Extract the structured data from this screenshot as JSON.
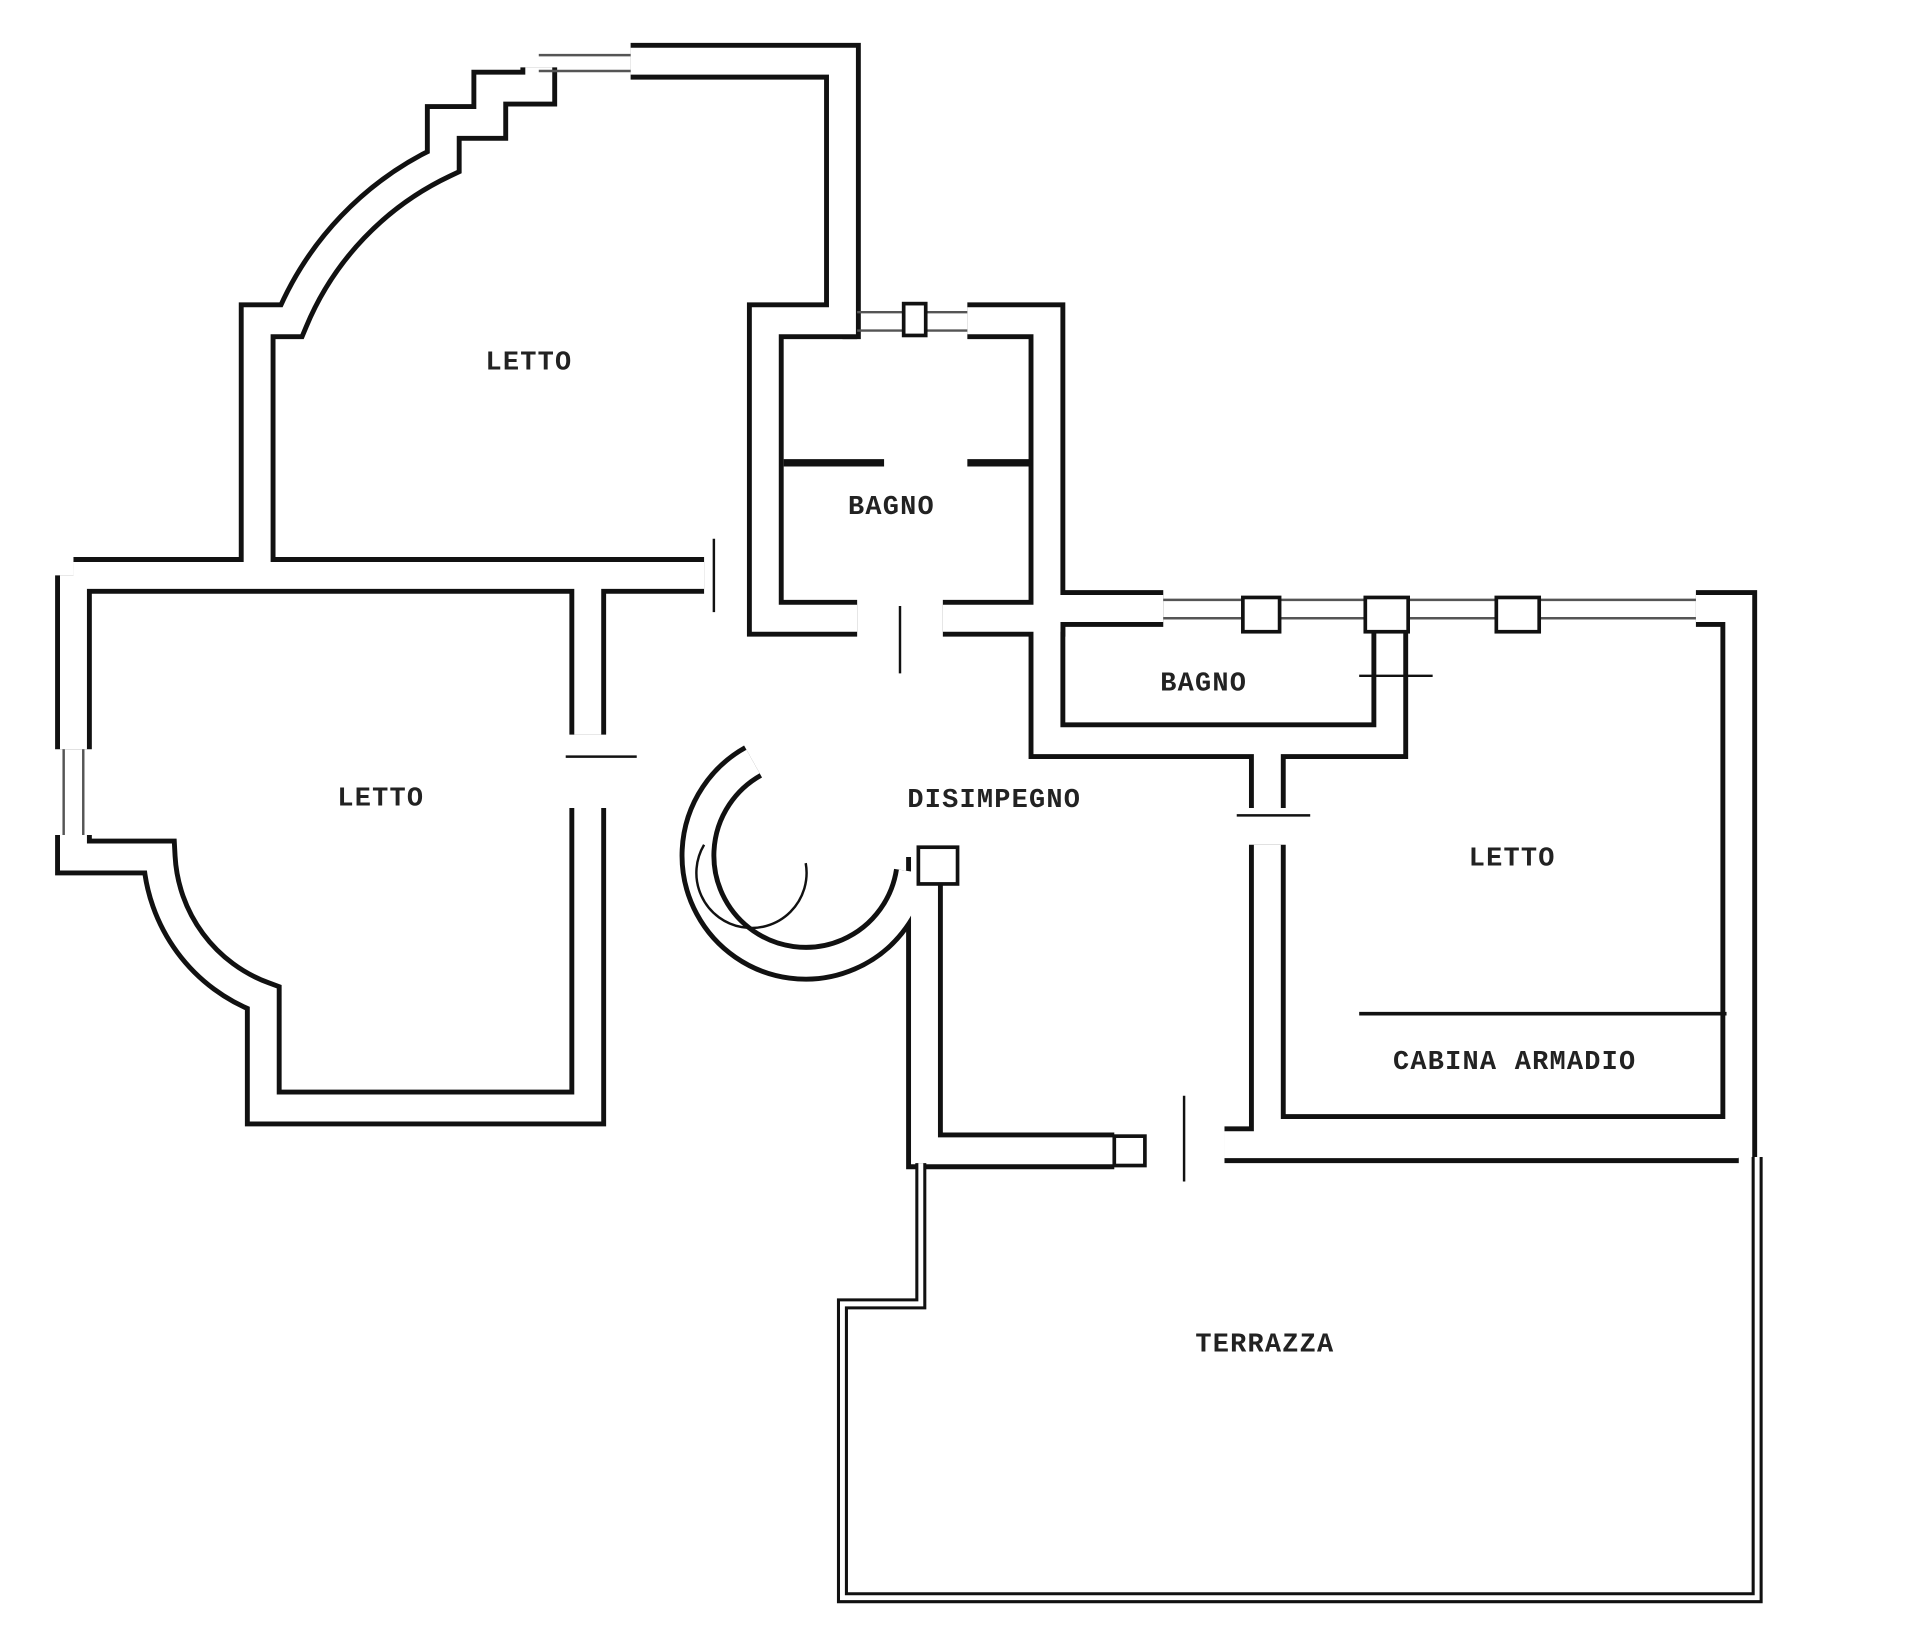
{
  "plan": {
    "rooms": [
      {
        "id": "letto-nord",
        "label": "LETTO"
      },
      {
        "id": "bagno-1",
        "label": "BAGNO"
      },
      {
        "id": "letto-ovest",
        "label": "LETTO"
      },
      {
        "id": "disimpegno",
        "label": "DISIMPEGNO"
      },
      {
        "id": "bagno-2",
        "label": "BAGNO"
      },
      {
        "id": "letto-est",
        "label": "LETTO"
      },
      {
        "id": "cabina-armadio",
        "label": "CABINA ARMADIO"
      },
      {
        "id": "terrazza",
        "label": "TERRAZZA"
      }
    ]
  },
  "colors": {
    "wall": "#111111",
    "background": "#ffffff"
  }
}
